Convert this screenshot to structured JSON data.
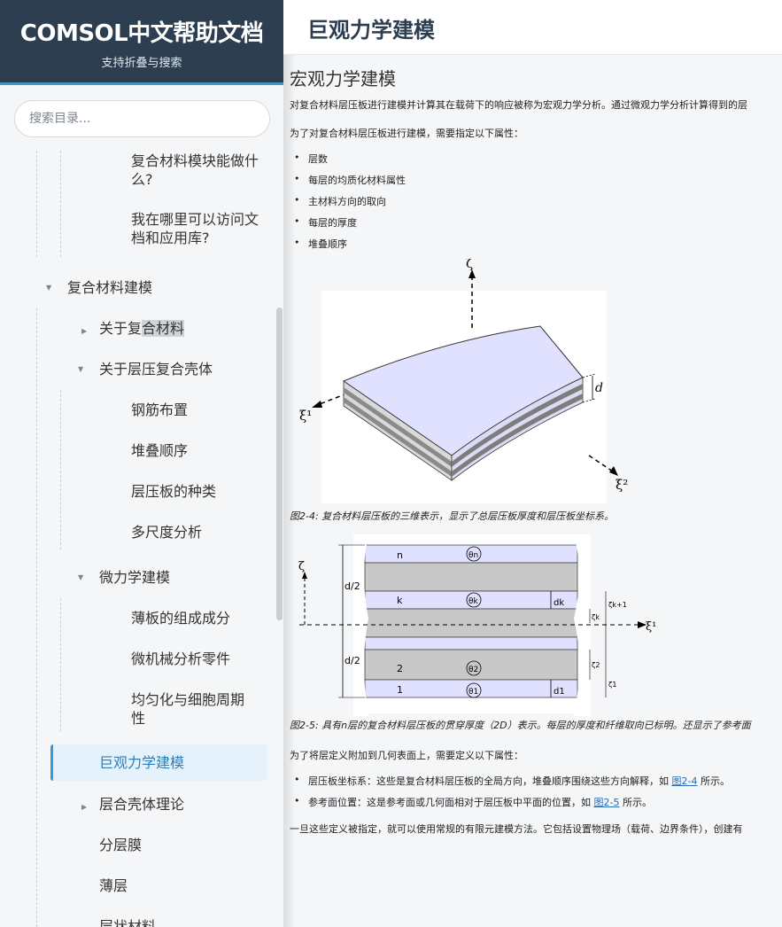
{
  "sidebar": {
    "title": "COMSOL中文帮助文档",
    "subtitle": "支持折叠与搜索",
    "search_placeholder": "搜索目录...",
    "items": {
      "what_can_do": "复合材料模块能做什么?",
      "where_docs": "我在哪里可以访问文档和应用库?",
      "composite_modeling": "复合材料建模",
      "about_pre": "关于复",
      "about_hl": "合材料",
      "about_laminated_shell": "关于层压复合壳体",
      "rebar": "钢筋布置",
      "stacking": "堆叠顺序",
      "laminate_types": "层压板的种类",
      "multiscale": "多尺度分析",
      "micromechanics": "微力学建模",
      "lamina_constituents": "薄板的组成成分",
      "micromechanical_parts": "微机械分析零件",
      "homogenization": "均匀化与细胞周期性",
      "macromechanics": "巨观力学建模",
      "layered_shell_theory": "层合壳体理论",
      "layered_membrane": "分层膜",
      "thin_layer": "薄层",
      "layered_material": "层状材料"
    }
  },
  "header": {
    "title": "巨观力学建模"
  },
  "article": {
    "heading": "宏观力学建模",
    "intro": "对复合材料层压板进行建模并计算其在载荷下的响应被称为宏观力学分析。通过微观力学分析计算得到的层",
    "props_intro": "为了对复合材料层压板进行建模，需要指定以下属性：",
    "props": [
      "层数",
      "每层的均质化材料属性",
      "主材料方向的取向",
      "每层的厚度",
      "堆叠顺序"
    ],
    "fig1_caption": "图2-4: 复合材料层压板的三维表示，显示了总层压板厚度和层压板坐标系。",
    "fig2_caption": "图2-5: 具有n层的复合材料层压板的贯穿厚度（2D）表示。每层的厚度和纤维取向已标明。还显示了参考面",
    "attach_intro": "为了将层定义附加到几何表面上，需要定义以下属性：",
    "attach_1_text": "层压板坐标系：这些是复合材料层压板的全局方向，堆叠顺序围绕这些方向解释，如",
    "attach_1_link": "图2-4",
    "attach_1_end": "所示。",
    "attach_2_text": "参考面位置：这是参考面或几何面相对于层压板中平面的位置，如",
    "attach_2_link": "图2-5",
    "attach_2_end": "所示。",
    "conclusion": "一旦这些定义被指定，就可以使用常规的有限元建模方法。它包括设置物理场（载荷、边界条件），创建有"
  },
  "fig1": {
    "zeta": "ζ",
    "xi1": "ξ¹",
    "xi2": "ξ²",
    "d": "d"
  },
  "fig2": {
    "layer_n": "n",
    "theta_n": "θn",
    "layer_k": "k",
    "theta_k": "θk",
    "layer_2": "2",
    "theta_2": "θ2",
    "layer_1": "1",
    "theta_1": "θ1",
    "d_half_top": "d/2",
    "d_half_bot": "d/2",
    "dk": "dk",
    "d1": "d1",
    "zeta": "ζ",
    "xi1": "ξ¹",
    "zeta_k1": "ζk+1",
    "zeta_k": "ζk",
    "zeta_2": "ζ2",
    "zeta_1": "ζ1"
  }
}
